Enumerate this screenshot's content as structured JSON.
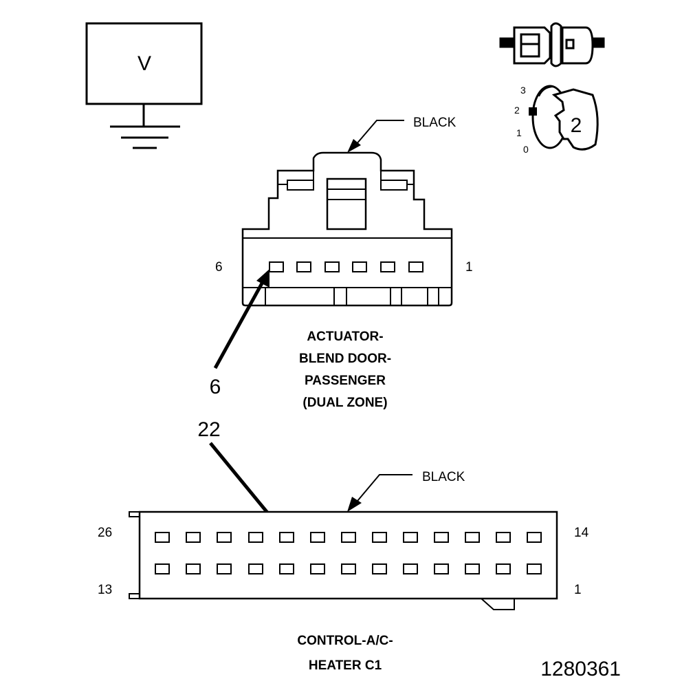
{
  "meter": {
    "symbol": "V"
  },
  "ignition": {
    "positions": [
      "3",
      "2",
      "1",
      "0"
    ],
    "key_label": "2"
  },
  "connector_top": {
    "color_label": "BLACK",
    "pin_left": "6",
    "pin_right": "1",
    "name_lines": [
      "ACTUATOR-",
      "BLEND DOOR-",
      "PASSENGER",
      "(DUAL ZONE)"
    ],
    "probe_pin": "6"
  },
  "connector_bottom": {
    "color_label": "BLACK",
    "pin_top_left": "26",
    "pin_top_right": "14",
    "pin_bottom_left": "13",
    "pin_bottom_right": "1",
    "name_lines": [
      "CONTROL-A/C-",
      "HEATER C1"
    ],
    "probe_pin": "22"
  },
  "figure_id": "1280361"
}
